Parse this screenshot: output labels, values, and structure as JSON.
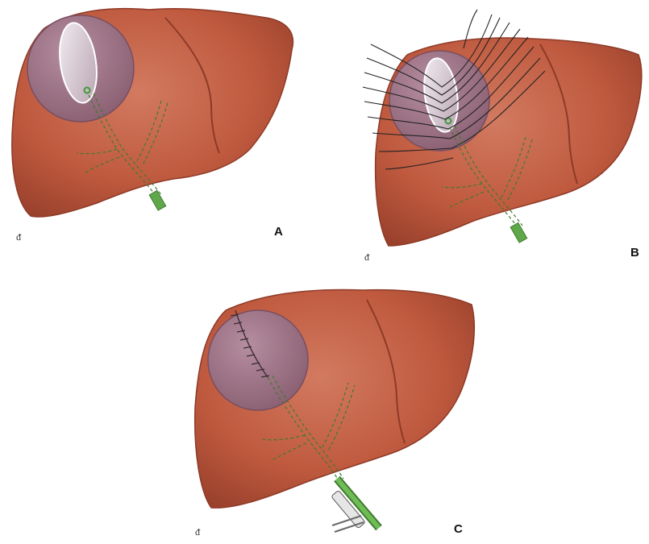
{
  "panels": [
    {
      "label": "A",
      "signature": "ᵭ"
    },
    {
      "label": "B",
      "signature": "ᵭ"
    },
    {
      "label": "C",
      "signature": "ᵭ"
    }
  ],
  "colors": {
    "liver": "#bf5a3f",
    "liver_dark": "#8e3a27",
    "liver_light": "#d9806a",
    "cyst": "#9c7283",
    "cyst_light": "#c8a9b8",
    "duct": "#3f7a2e",
    "drain": "#5fa84a",
    "suture": "#222222"
  }
}
